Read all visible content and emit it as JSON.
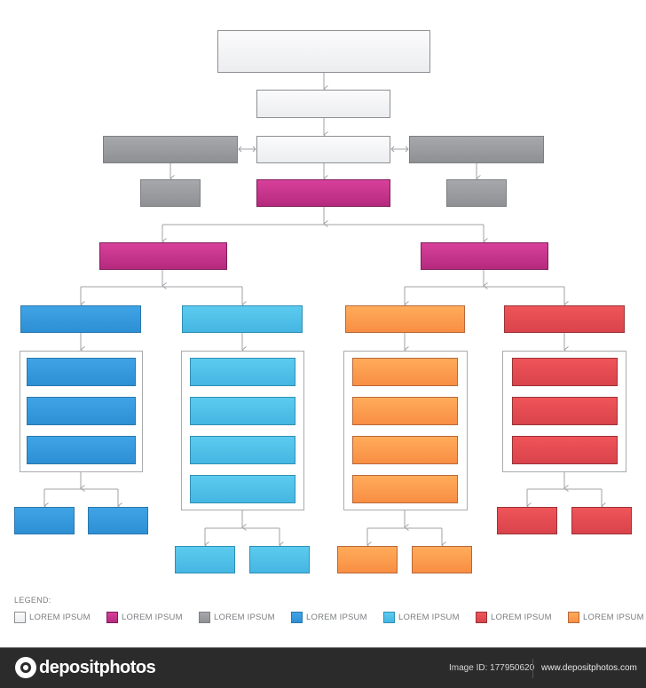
{
  "diagram": {
    "type": "org-chart / flowchart template",
    "nodes": {
      "root": {
        "color": "white"
      },
      "level2": {
        "color": "white"
      },
      "level3_center": {
        "color": "white"
      },
      "level3_left": {
        "color": "gray"
      },
      "level3_right": {
        "color": "gray"
      },
      "level4_left": {
        "color": "gray"
      },
      "level4_center": {
        "color": "magenta"
      },
      "level4_right": {
        "color": "gray"
      },
      "branch_left": {
        "color": "magenta"
      },
      "branch_right": {
        "color": "magenta"
      },
      "groups": [
        {
          "name": "blue",
          "head": 1,
          "items": 3,
          "children": 2
        },
        {
          "name": "cyan",
          "head": 1,
          "items": 4,
          "children": 2
        },
        {
          "name": "orange",
          "head": 1,
          "items": 4,
          "children": 2
        },
        {
          "name": "red",
          "head": 1,
          "items": 3,
          "children": 2
        }
      ]
    }
  },
  "colors": {
    "white": "#f3f4f5",
    "magenta": "#c8348c",
    "gray": "#9a9c9f",
    "blue": "#3699dd",
    "cyan": "#50c0e9",
    "red": "#e24c52",
    "orange": "#fb9c4e",
    "connector": "#a0a2a5",
    "footer": "#2b2b2b"
  },
  "legend": {
    "title": "LEGEND:",
    "items": [
      {
        "label": "LOREM IPSUM",
        "color": "white"
      },
      {
        "label": "LOREM IPSUM",
        "color": "magenta"
      },
      {
        "label": "LOREM IPSUM",
        "color": "gray"
      },
      {
        "label": "LOREM IPSUM",
        "color": "blue"
      },
      {
        "label": "LOREM IPSUM",
        "color": "cyan"
      },
      {
        "label": "LOREM IPSUM",
        "color": "red"
      },
      {
        "label": "LOREM IPSUM",
        "color": "orange"
      }
    ]
  },
  "footer": {
    "brand": "depositphotos",
    "image_id": "Image ID: 177950620",
    "site": "www.depositphotos.com"
  }
}
